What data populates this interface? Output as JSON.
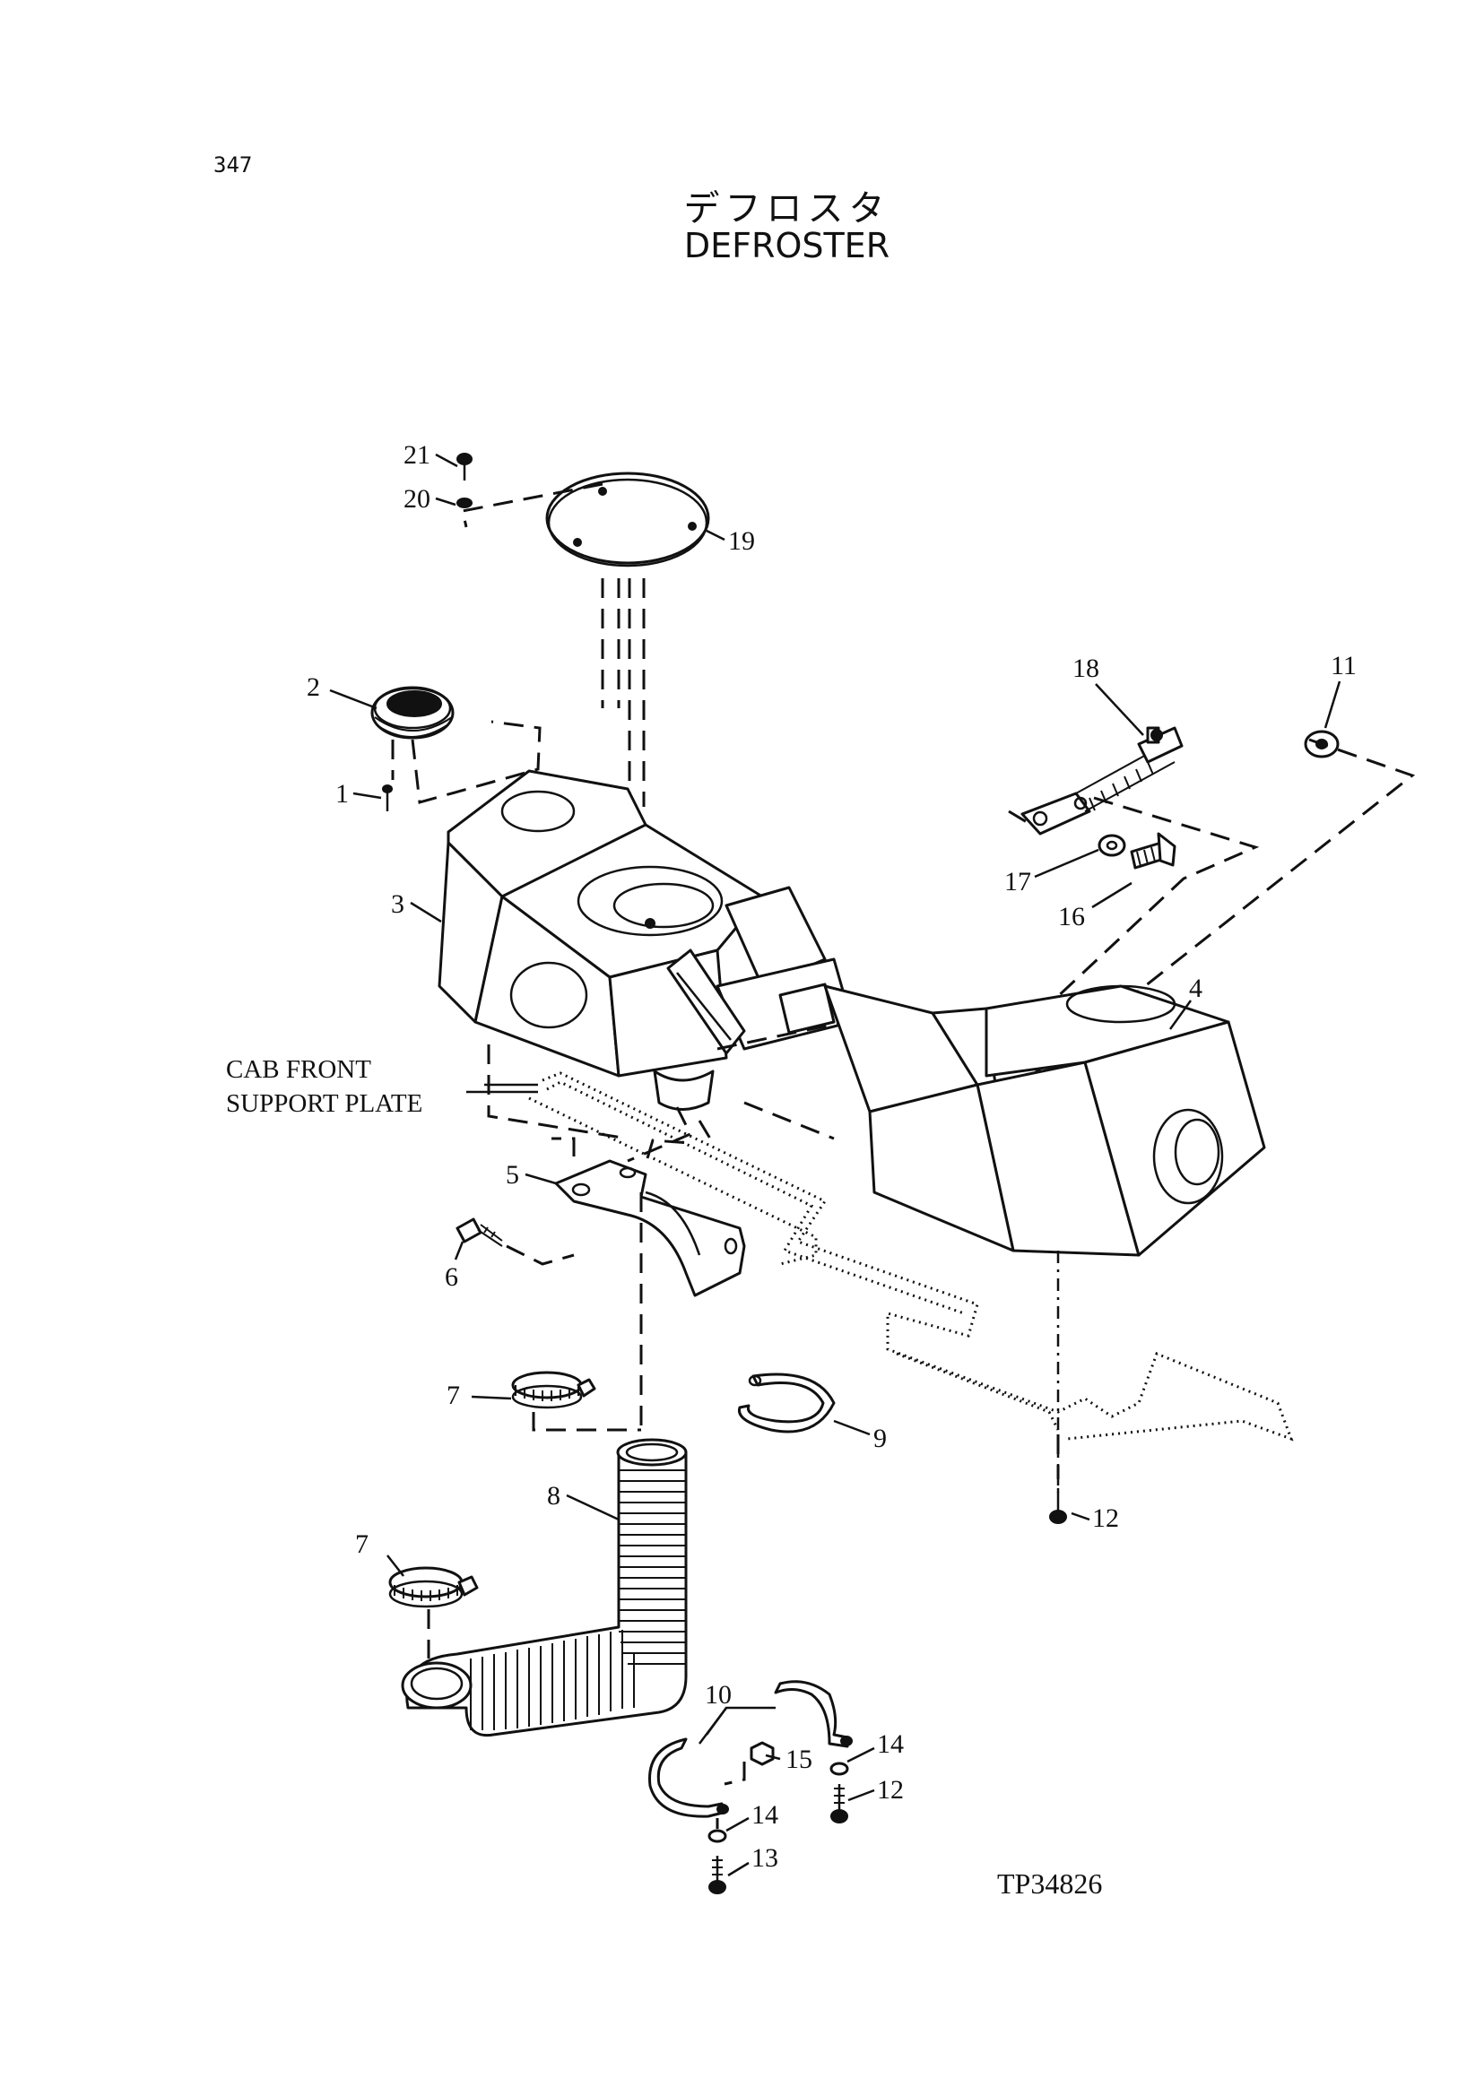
{
  "header": {
    "page_number": "347",
    "title_japanese": "デフロスタ",
    "title_english": "DEFROSTER"
  },
  "diagram": {
    "callouts": [
      "21",
      "20",
      "19",
      "2",
      "1",
      "3",
      "18",
      "11",
      "17",
      "16",
      "4",
      "5",
      "6",
      "7",
      "9",
      "8",
      "7",
      "12",
      "10",
      "15",
      "14",
      "12",
      "14",
      "13"
    ],
    "annotations": {
      "cab_front_line1": "CAB FRONT",
      "cab_front_line2": "SUPPORT PLATE"
    },
    "reference_code": "TP34826"
  }
}
